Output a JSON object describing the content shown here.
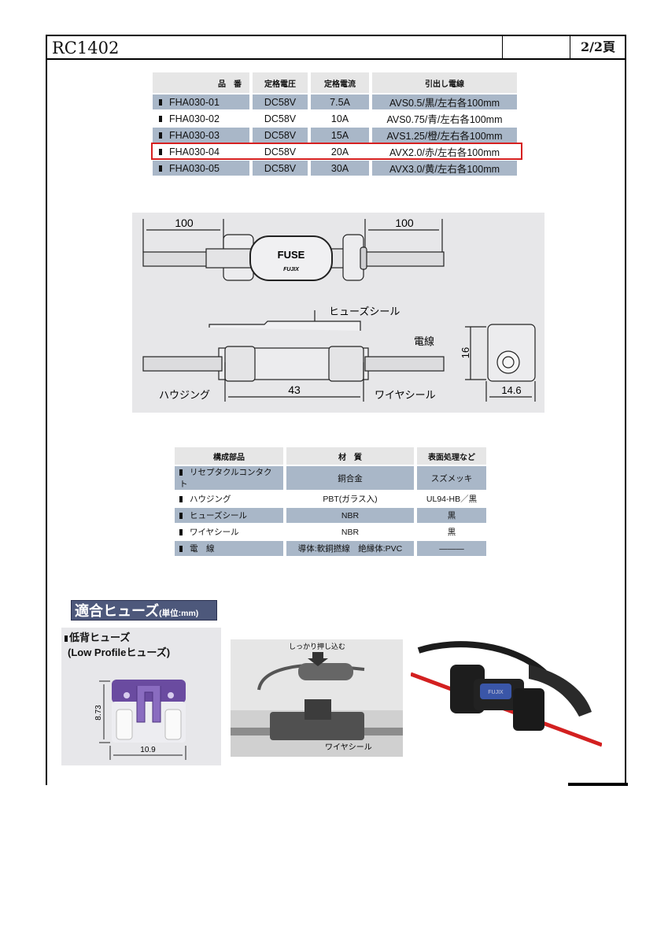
{
  "header": {
    "code": "RC1402",
    "page": "2/2頁"
  },
  "product_table": {
    "headers": [
      "品　番",
      "定格電圧",
      "定格電流",
      "引出し電線"
    ],
    "rows": [
      {
        "part": "FHA030-01",
        "voltage": "DC58V",
        "current": "7.5A",
        "wire": "AVS0.5/黒/左右各100mm"
      },
      {
        "part": "FHA030-02",
        "voltage": "DC58V",
        "current": "10A",
        "wire": "AVS0.75/青/左右各100mm"
      },
      {
        "part": "FHA030-03",
        "voltage": "DC58V",
        "current": "15A",
        "wire": "AVS1.25/橙/左右各100mm"
      },
      {
        "part": "FHA030-04",
        "voltage": "DC58V",
        "current": "20A",
        "wire": "AVX2.0/赤/左右各100mm"
      },
      {
        "part": "FHA030-05",
        "voltage": "DC58V",
        "current": "30A",
        "wire": "AVX3.0/黄/左右各100mm"
      }
    ],
    "highlight_color": "#d62020"
  },
  "drawing": {
    "dim_left": "100",
    "dim_right": "100",
    "fuse_label": "FUSE",
    "brand": "FUJIX",
    "label_fuse_seal": "ヒューズシール",
    "label_wire": "電線",
    "label_housing": "ハウジング",
    "dim_length": "43",
    "label_wire_seal": "ワイヤシール",
    "dim_height": "16",
    "dim_width": "14.6"
  },
  "material_table": {
    "headers": [
      "構成部品",
      "材　質",
      "表面処理など"
    ],
    "rows": [
      {
        "part": "リセプタクルコンタクト",
        "material": "銅合金",
        "finish": "スズメッキ"
      },
      {
        "part": "ハウジング",
        "material": "PBT(ガラス入)",
        "finish": "UL94-HB／黒"
      },
      {
        "part": "ヒューズシール",
        "material": "NBR",
        "finish": "黒"
      },
      {
        "part": "ワイヤシール",
        "material": "NBR",
        "finish": "黒"
      },
      {
        "part": "電　線",
        "material": "導体:軟銅撚線　絶縁体:PVC",
        "finish": "———"
      }
    ]
  },
  "fuse_section": {
    "title": "適合ヒューズ",
    "unit": "(単位:mm)",
    "type_line1": "低背ヒューズ",
    "type_line2": "(Low Profileヒューズ)",
    "dim_height": "8.73",
    "dim_width": "10.9",
    "press_label": "しっかり押し込む",
    "seal_label": "ワイヤシール",
    "fuse_print": "FUJIX"
  }
}
